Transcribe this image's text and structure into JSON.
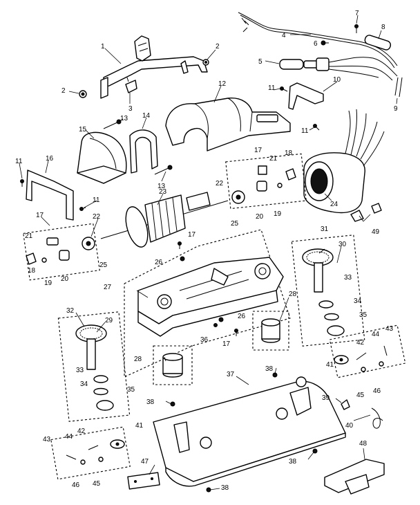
{
  "diagram": {
    "callouts": [
      {
        "id": "c1",
        "text": "1"
      },
      {
        "id": "c2a",
        "text": "2"
      },
      {
        "id": "c2b",
        "text": "2"
      },
      {
        "id": "c3",
        "text": "3"
      },
      {
        "id": "c4",
        "text": "4"
      },
      {
        "id": "c5",
        "text": "5"
      },
      {
        "id": "c6",
        "text": "6"
      },
      {
        "id": "c7",
        "text": "7"
      },
      {
        "id": "c8",
        "text": "8"
      },
      {
        "id": "c9",
        "text": "9"
      },
      {
        "id": "c10",
        "text": "10"
      },
      {
        "id": "c11a",
        "text": "11"
      },
      {
        "id": "c11b",
        "text": "11"
      },
      {
        "id": "c11c",
        "text": "11"
      },
      {
        "id": "c11d",
        "text": "11"
      },
      {
        "id": "c12",
        "text": "12"
      },
      {
        "id": "c13a",
        "text": "13"
      },
      {
        "id": "c13b",
        "text": "13"
      },
      {
        "id": "c14",
        "text": "14"
      },
      {
        "id": "c15",
        "text": "15"
      },
      {
        "id": "c16",
        "text": "16"
      },
      {
        "id": "c17a",
        "text": "17"
      },
      {
        "id": "c17b",
        "text": "17"
      },
      {
        "id": "c17c",
        "text": "17"
      },
      {
        "id": "c17d",
        "text": "17"
      },
      {
        "id": "c18a",
        "text": "18"
      },
      {
        "id": "c18b",
        "text": "18"
      },
      {
        "id": "c19a",
        "text": "19"
      },
      {
        "id": "c19b",
        "text": "19"
      },
      {
        "id": "c20a",
        "text": "20"
      },
      {
        "id": "c20b",
        "text": "20"
      },
      {
        "id": "c21a",
        "text": "21"
      },
      {
        "id": "c21b",
        "text": "21"
      },
      {
        "id": "c22a",
        "text": "22"
      },
      {
        "id": "c22b",
        "text": "22"
      },
      {
        "id": "c23",
        "text": "23"
      },
      {
        "id": "c24",
        "text": "24"
      },
      {
        "id": "c25a",
        "text": "25"
      },
      {
        "id": "c25b",
        "text": "25"
      },
      {
        "id": "c26a",
        "text": "26"
      },
      {
        "id": "c26b",
        "text": "26"
      },
      {
        "id": "c27",
        "text": "27"
      },
      {
        "id": "c28a",
        "text": "28"
      },
      {
        "id": "c28b",
        "text": "28"
      },
      {
        "id": "c29",
        "text": "29"
      },
      {
        "id": "c30",
        "text": "30"
      },
      {
        "id": "c31",
        "text": "31"
      },
      {
        "id": "c32",
        "text": "32"
      },
      {
        "id": "c33a",
        "text": "33"
      },
      {
        "id": "c33b",
        "text": "33"
      },
      {
        "id": "c34a",
        "text": "34"
      },
      {
        "id": "c34b",
        "text": "34"
      },
      {
        "id": "c35a",
        "text": "35"
      },
      {
        "id": "c35b",
        "text": "35"
      },
      {
        "id": "c36",
        "text": "36"
      },
      {
        "id": "c37",
        "text": "37"
      },
      {
        "id": "c38a",
        "text": "38"
      },
      {
        "id": "c38b",
        "text": "38"
      },
      {
        "id": "c38c",
        "text": "38"
      },
      {
        "id": "c38d",
        "text": "38"
      },
      {
        "id": "c39",
        "text": "39"
      },
      {
        "id": "c40",
        "text": "40"
      },
      {
        "id": "c41a",
        "text": "41"
      },
      {
        "id": "c41b",
        "text": "41"
      },
      {
        "id": "c42a",
        "text": "42"
      },
      {
        "id": "c42b",
        "text": "42"
      },
      {
        "id": "c43a",
        "text": "43"
      },
      {
        "id": "c43b",
        "text": "43"
      },
      {
        "id": "c44a",
        "text": "44"
      },
      {
        "id": "c44b",
        "text": "44"
      },
      {
        "id": "c45a",
        "text": "45"
      },
      {
        "id": "c45b",
        "text": "45"
      },
      {
        "id": "c46a",
        "text": "46"
      },
      {
        "id": "c46b",
        "text": "46"
      },
      {
        "id": "c47",
        "text": "47"
      },
      {
        "id": "c48",
        "text": "48"
      },
      {
        "id": "c49",
        "text": "49"
      }
    ]
  }
}
